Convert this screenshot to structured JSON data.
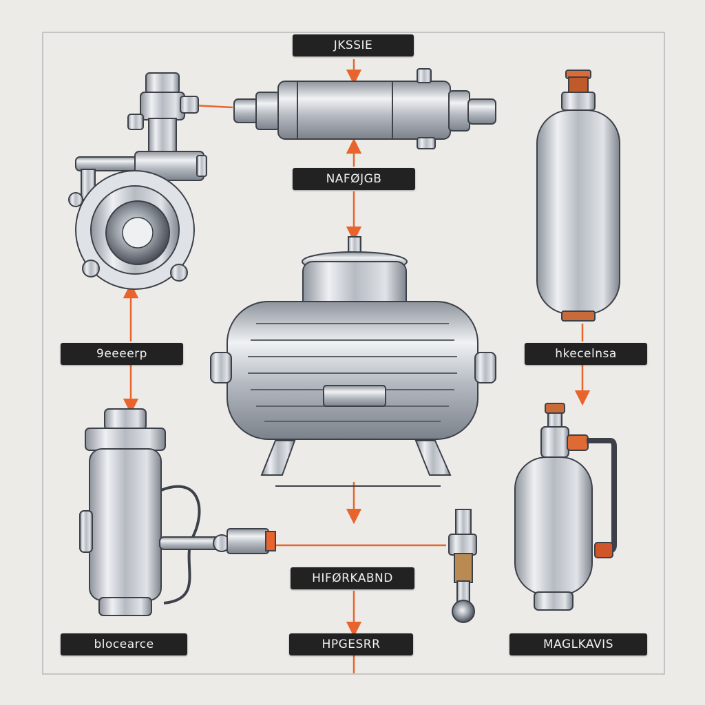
{
  "labels": {
    "top": "JKSSIE",
    "upper_center": "NAFØJGB",
    "left": "9eeeerp",
    "right": "hkecelnsa",
    "lower_center": "HIFØRKABND",
    "bottom_left": "blocearce",
    "bottom_center": "HPGESRR",
    "bottom_right": "MAGLKAVIS"
  },
  "colors": {
    "background": "#ecebe8",
    "label_bg": "#222222",
    "label_text": "#f1f1f1",
    "arrow": "#e8642c",
    "metal_dark": "#3c4048",
    "metal_light": "#d4d8de"
  }
}
